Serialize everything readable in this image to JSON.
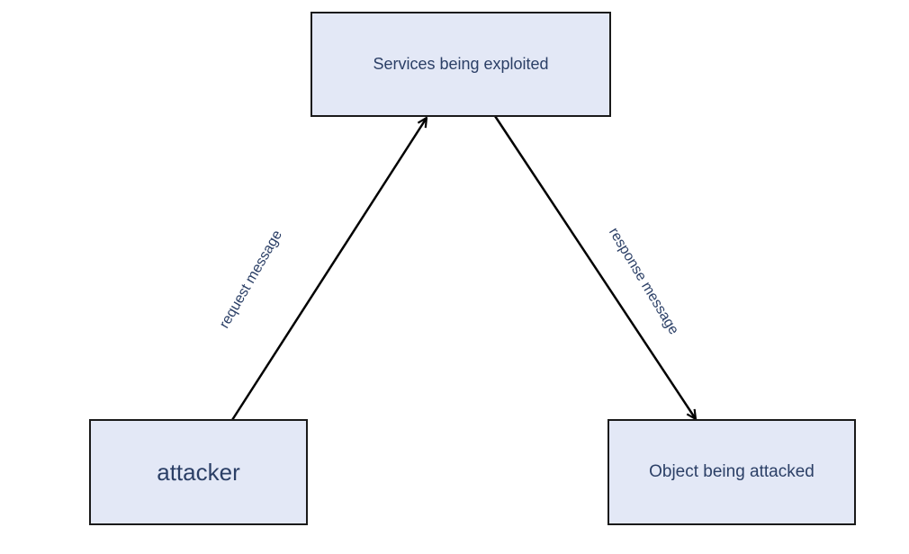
{
  "nodes": {
    "services": "Services being exploited",
    "attacker": "attacker",
    "target": "Object being attacked"
  },
  "edges": {
    "request": "request message",
    "response": "response message"
  },
  "colors": {
    "node_fill": "#e3e8f6",
    "node_border": "#1a1a1a",
    "text": "#2b3f66",
    "arrow": "#000000"
  }
}
